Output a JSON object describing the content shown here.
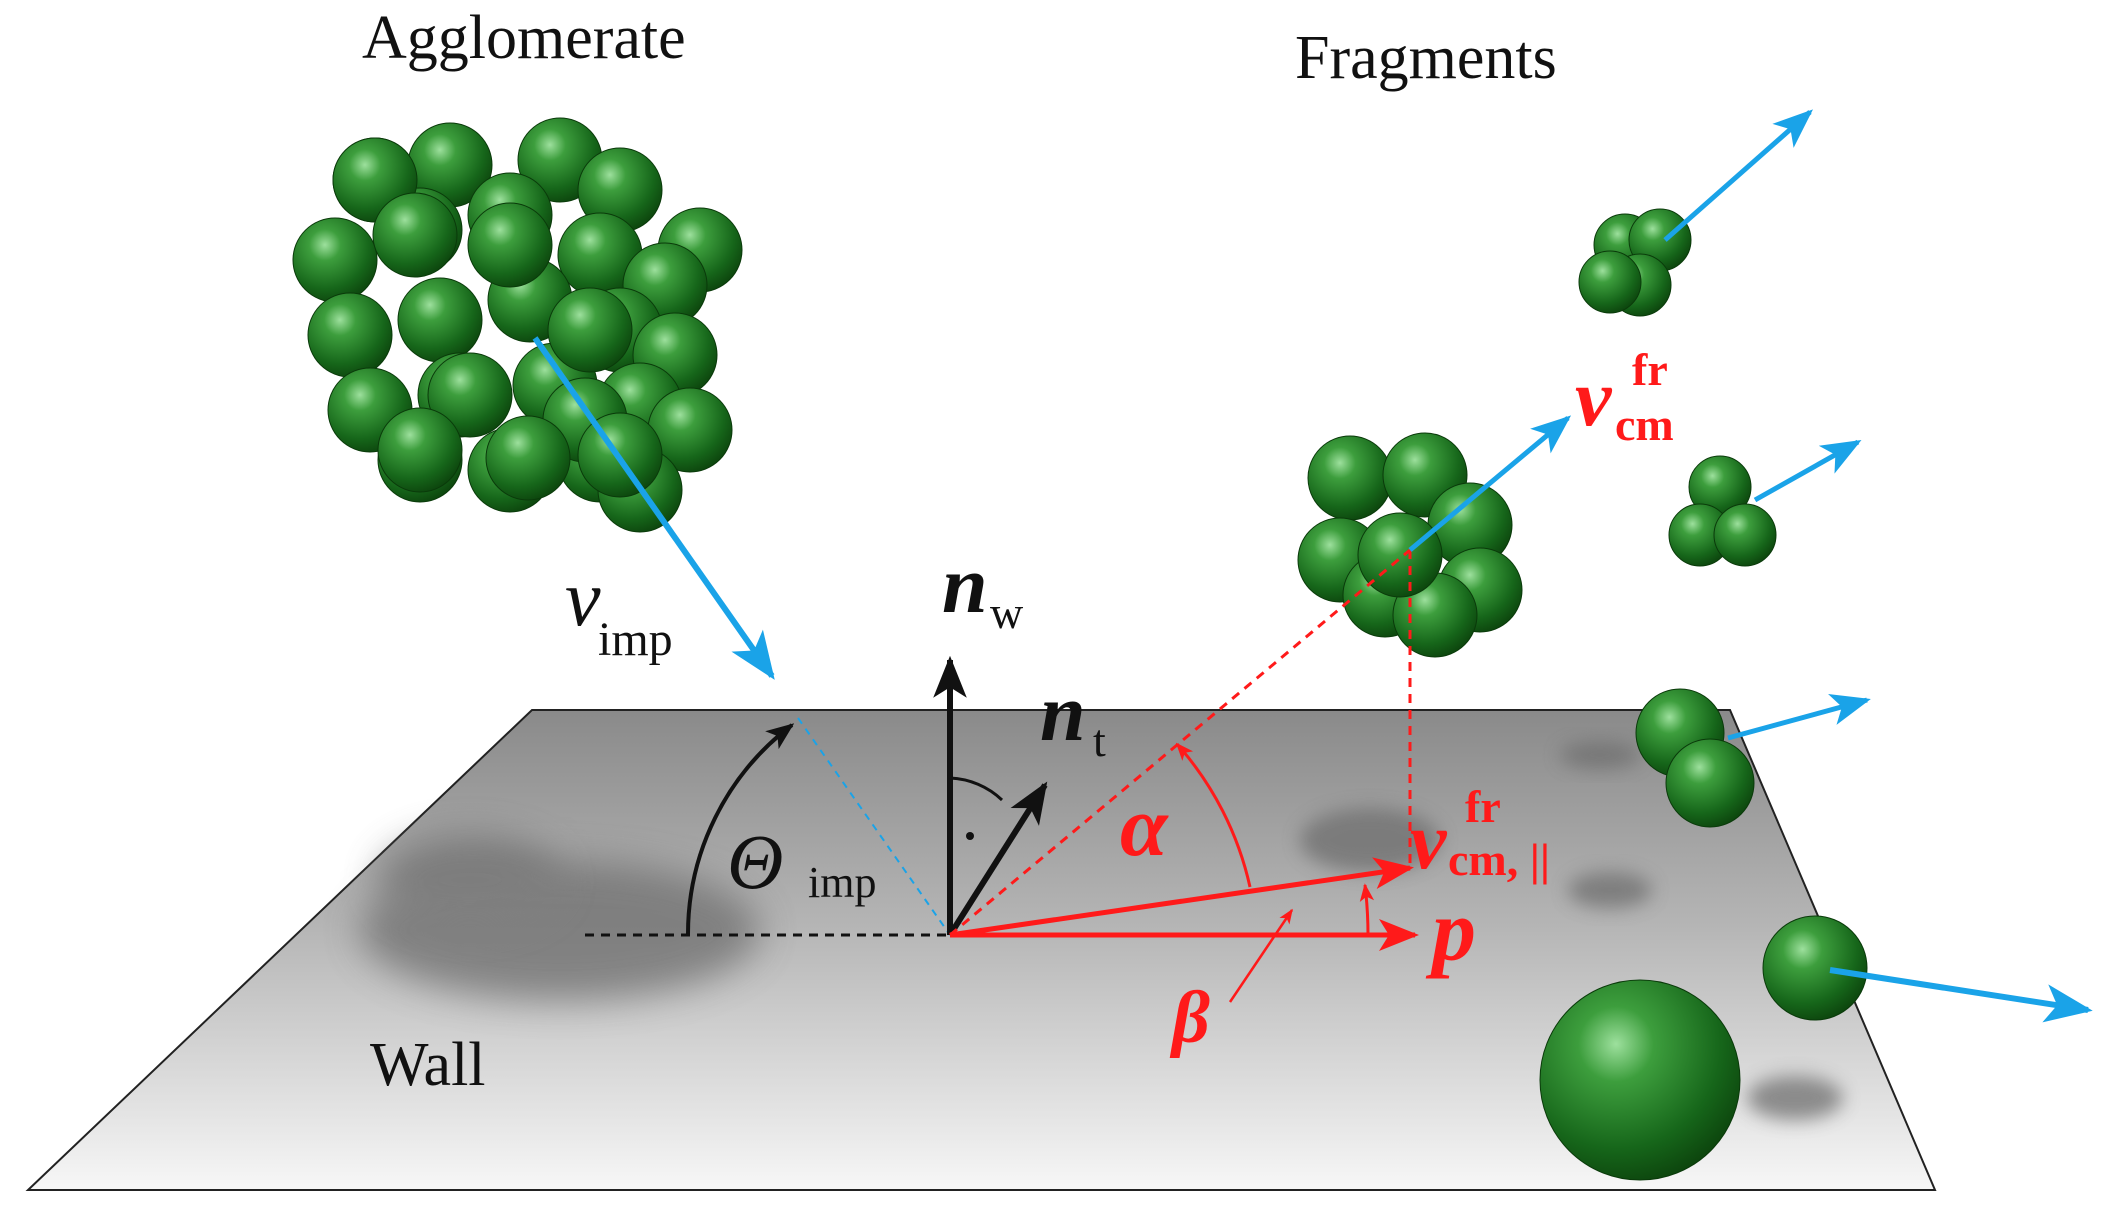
{
  "labels": {
    "agglomerate": "Agglomerate",
    "fragments": "Fragments",
    "wall": "Wall",
    "v_imp": {
      "main": "v",
      "sub": "imp"
    },
    "theta_imp": {
      "main": "Θ",
      "sub": "imp"
    },
    "n_w": {
      "main": "n",
      "sub": "w"
    },
    "n_t": {
      "main": "n",
      "sub": "t"
    },
    "alpha": "α",
    "beta": "β",
    "p": "p",
    "v_cm_fr": {
      "main": "v",
      "sup": "fr",
      "sub": "cm"
    },
    "v_cm_fr_par": {
      "main": "v",
      "sup": "fr",
      "sub": "cm, ||"
    },
    "right_angle_mark": "·"
  },
  "colors": {
    "velocity_arrow": "#1aa3e8",
    "construction": "#ff1a1a",
    "sphere_light": "#7fd07f",
    "sphere_mid": "#2a8a2a",
    "sphere_dark": "#0f4f0f",
    "wall_light": "#f2f2f2",
    "wall_dark": "#8c8c8c",
    "text": "#111111"
  }
}
